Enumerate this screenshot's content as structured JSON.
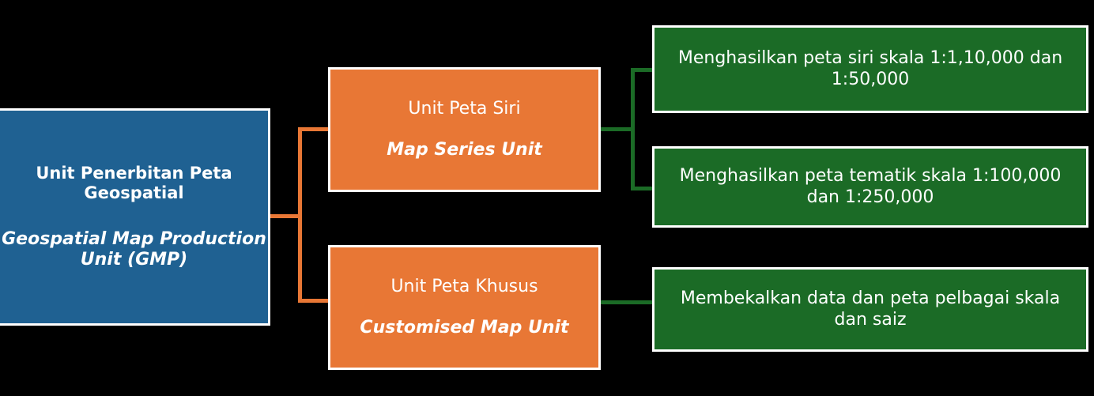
{
  "diagram": {
    "title": "Unit Penerbitan Peta Geospatial organisational chart",
    "background_color": "#000000",
    "colors": {
      "root": "#1F6192",
      "unit": "#E87735",
      "task": "#1B6B26",
      "border": "#FFFFFF",
      "text": "#FFFFFF"
    }
  },
  "root": {
    "name_ms": "Unit Penerbitan Peta Geospatial",
    "name_en": "Geospatial Map Production Unit (GMP)"
  },
  "units": [
    {
      "name_ms": "Unit Peta Siri",
      "name_en": "Map Series Unit"
    },
    {
      "name_ms": "Unit Peta Khusus",
      "name_en": "Customised Map Unit"
    }
  ],
  "tasks": [
    {
      "text": "Menghasilkan peta siri skala 1:1,10,000 dan 1:50,000"
    },
    {
      "text": "Menghasilkan peta tematik skala 1:100,000 dan 1:250,000"
    },
    {
      "text": "Membekalkan data dan peta pelbagai skala dan saiz"
    }
  ]
}
